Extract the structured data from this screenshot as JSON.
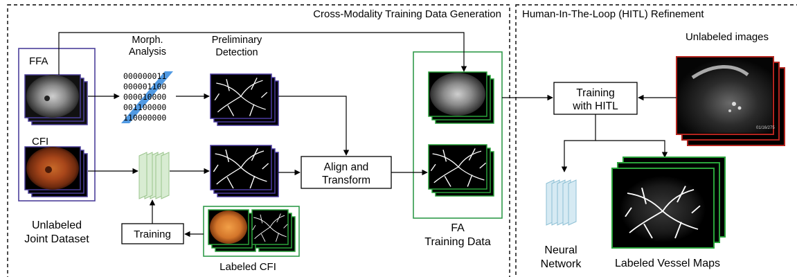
{
  "sections": {
    "left_title": "Cross-Modality Training Data Generation",
    "right_title": "Human-In-The-Loop (HITL) Refinement"
  },
  "labels": {
    "ffa": "FFA",
    "cfi": "CFI",
    "unlabeled_joint_1": "Unlabeled",
    "unlabeled_joint_2": "Joint Dataset",
    "morph_1": "Morph.",
    "morph_2": "Analysis",
    "prelim_1": "Preliminary",
    "prelim_2": "Detection",
    "labeled_cfi": "Labeled CFI",
    "fa_1": "FA",
    "fa_2": "Training Data",
    "unlabeled_images": "Unlabeled images",
    "neural_1": "Neural",
    "neural_2": "Network",
    "labeled_vessel_maps": "Labeled Vessel Maps"
  },
  "boxes": {
    "align_1": "Align and",
    "align_2": "Transform",
    "training": "Training",
    "hitl_1": "Training",
    "hitl_2": "with HITL"
  },
  "binary_rows": [
    "000000011",
    "000001100",
    "000010000",
    "001100000",
    "110000000"
  ],
  "image_overlay_text": "01/16/275",
  "colors": {
    "unlabeled_border": "#4b3f9a",
    "fa_border": "#2f9a4a",
    "red_border": "#b3251f",
    "green_frame": "#2aa33b",
    "purple_frame": "#4a3aa0",
    "nn_layer": "#d8ecd2",
    "nn_layer_blue": "#d6eaf3",
    "morph_stripe": "#3e8fe0"
  }
}
